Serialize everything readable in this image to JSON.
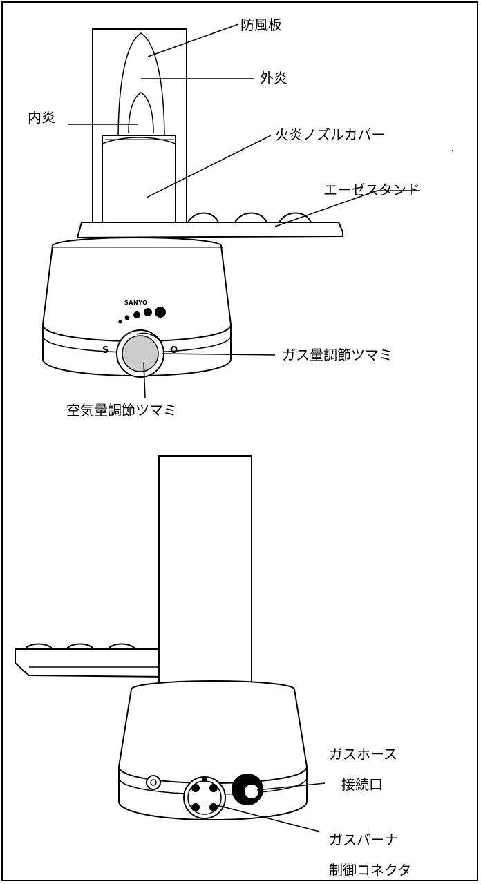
{
  "labels": {
    "windshield": "防風板",
    "outer_flame": "外炎",
    "inner_flame": "内炎",
    "nozzle_cover": "火炎ノズルカバー",
    "stand": "エーゼスタンド",
    "gas_knob": "ガス量調節ツマミ",
    "air_knob": "空気量調節ツマミ",
    "hose_line1": "ガスホース",
    "hose_line2": "接続口",
    "connector_line1": "ガスバーナ",
    "connector_line2": "制御コネクタ"
  },
  "brand": "SANYO",
  "dial_marks": {
    "left": "S",
    "right": "O"
  }
}
